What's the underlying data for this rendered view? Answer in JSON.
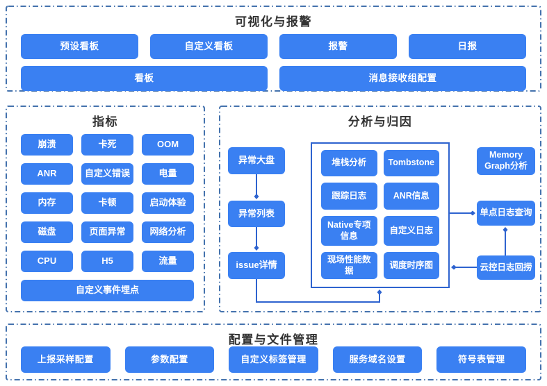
{
  "colors": {
    "node_blue": "#3A80F2",
    "dash_border_blue": "#4472AD",
    "connector_blue": "#2E63CF",
    "title_text": "#333333",
    "node_text": "#FFFFFF"
  },
  "sections": {
    "visualization": {
      "title": "可视化与报警",
      "row1": [
        "预设看板",
        "自定义看板",
        "报警",
        "日报"
      ],
      "row2": [
        "看板",
        "消息接收组配置"
      ]
    },
    "metrics": {
      "title": "指标",
      "grid": [
        "崩溃",
        "卡死",
        "OOM",
        "ANR",
        "自定义错误",
        "电量",
        "内存",
        "卡顿",
        "启动体验",
        "磁盘",
        "页面异常",
        "网络分析",
        "CPU",
        "H5",
        "流量"
      ],
      "footer": "自定义事件埋点"
    },
    "analysis": {
      "title": "分析与归因",
      "flow": [
        "异常大盘",
        "异常列表",
        "issue详情"
      ],
      "detail_box": [
        "堆栈分析",
        "Tombstone",
        "跟踪日志",
        "ANR信息",
        "Native专项信息",
        "自定义日志",
        "现场性能数据",
        "调度时序图"
      ],
      "right": [
        "Memory Graph分析",
        "单点日志查询",
        "云控日志回捞"
      ]
    },
    "config": {
      "title": "配置与文件管理",
      "items": [
        "上报采样配置",
        "参数配置",
        "自定义标签管理",
        "服务域名设置",
        "符号表管理"
      ]
    }
  }
}
